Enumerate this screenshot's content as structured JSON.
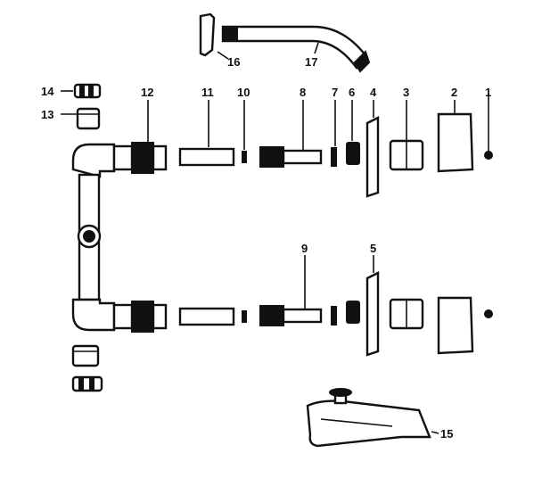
{
  "diagram": {
    "callouts": {
      "c1": "1",
      "c2": "2",
      "c3": "3",
      "c4": "4",
      "c5": "5",
      "c6": "6",
      "c7": "7",
      "c8": "8",
      "c9": "9",
      "c10": "10",
      "c11": "11",
      "c12": "12",
      "c13": "13",
      "c14": "14",
      "c15": "15",
      "c16": "16",
      "c17": "17"
    },
    "colors": {
      "ink": "#111111",
      "paper": "#ffffff"
    }
  }
}
